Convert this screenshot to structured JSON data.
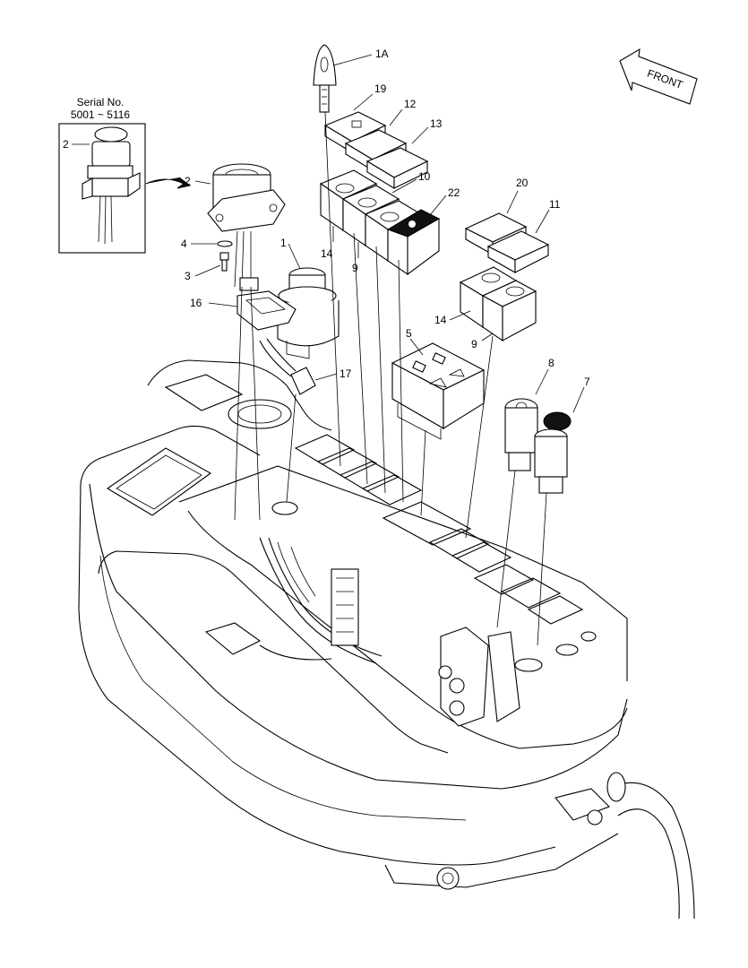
{
  "inset": {
    "serial_title": "Serial No.",
    "serial_range": "5001 ~ 5116",
    "part_label": "2"
  },
  "front_arrow": {
    "label": "FRONT"
  },
  "callouts": [
    {
      "id": "c-1a",
      "text": "1A"
    },
    {
      "id": "c-19",
      "text": "19"
    },
    {
      "id": "c-12",
      "text": "12"
    },
    {
      "id": "c-13",
      "text": "13"
    },
    {
      "id": "c-10",
      "text": "10"
    },
    {
      "id": "c-22",
      "text": "22"
    },
    {
      "id": "c-2",
      "text": "2"
    },
    {
      "id": "c-4",
      "text": "4"
    },
    {
      "id": "c-3",
      "text": "3"
    },
    {
      "id": "c-1",
      "text": "1"
    },
    {
      "id": "c-14a",
      "text": "14"
    },
    {
      "id": "c-9a",
      "text": "9"
    },
    {
      "id": "c-16",
      "text": "16"
    },
    {
      "id": "c-17",
      "text": "17"
    },
    {
      "id": "c-5",
      "text": "5"
    },
    {
      "id": "c-20",
      "text": "20"
    },
    {
      "id": "c-11",
      "text": "11"
    },
    {
      "id": "c-14b",
      "text": "14"
    },
    {
      "id": "c-9b",
      "text": "9"
    },
    {
      "id": "c-8",
      "text": "8"
    },
    {
      "id": "c-7",
      "text": "7"
    }
  ]
}
